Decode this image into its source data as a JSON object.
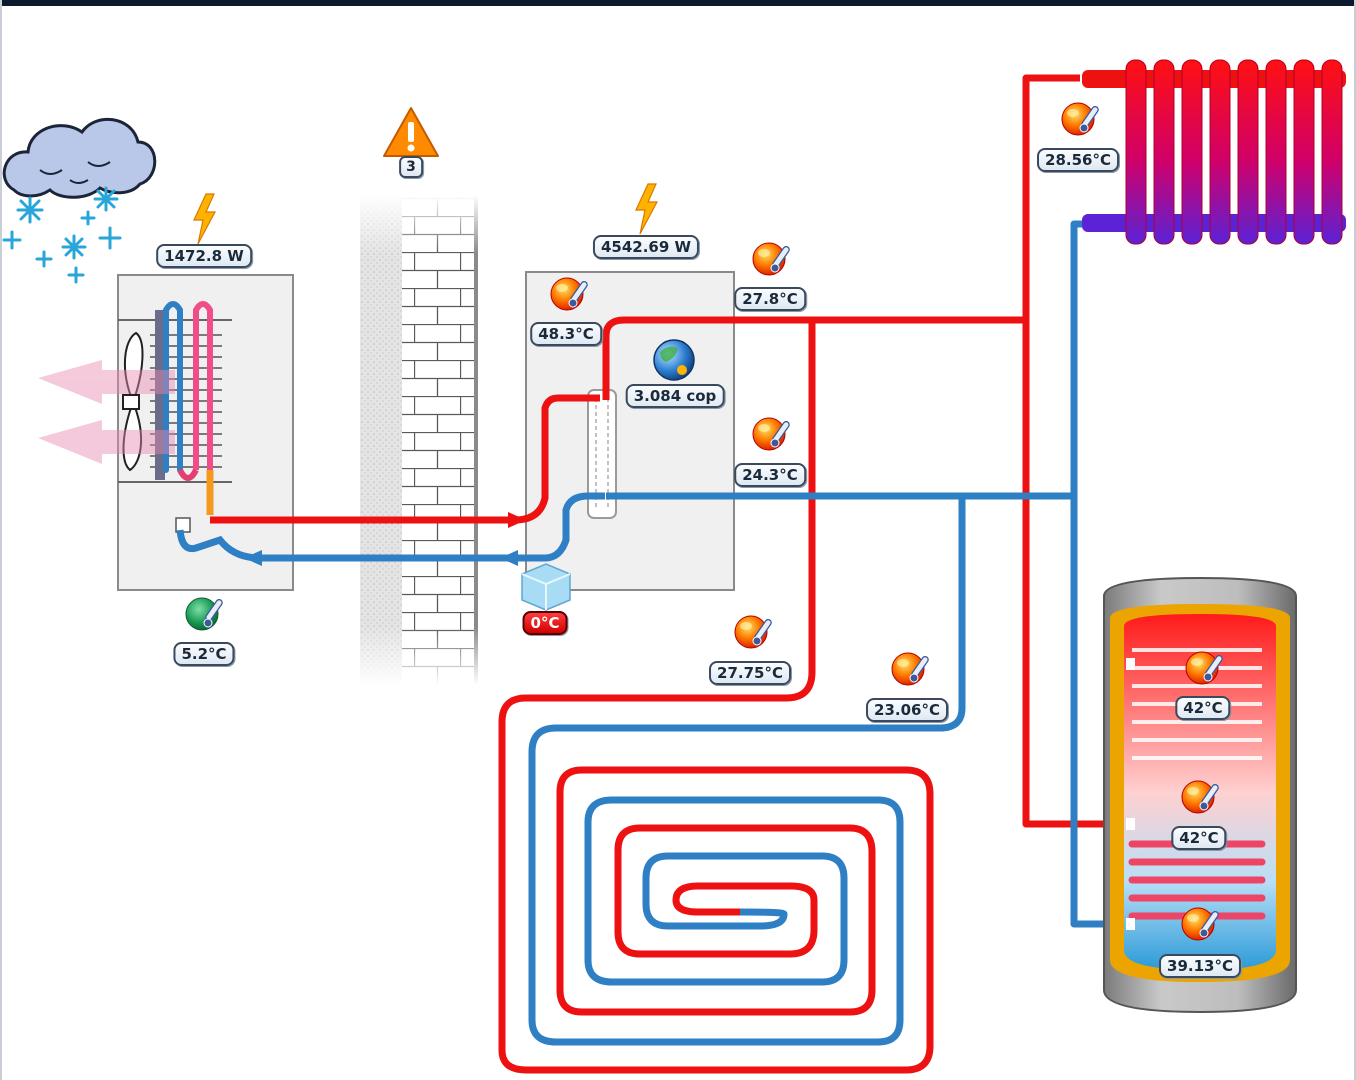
{
  "colors": {
    "hot": "#ee1111",
    "cold": "#2f7fc4",
    "panel": "#f0f0f0",
    "tag_border": "#3a4a5e",
    "frame": "#0d1a2e"
  },
  "icons": {
    "weather": "snow-cloud-icon",
    "power": "lightning-bolt-icon",
    "warning": "warning-triangle-icon",
    "temperature": "thermometer-sensor-icon",
    "cop": "efficiency-globe-icon",
    "frost": "ice-cube-icon"
  },
  "labels": {
    "warning_count": "3",
    "outdoor_power": "1472.8 W",
    "indoor_power": "4542.69 W",
    "outdoor_temp": "5.2°C",
    "refrigerant_hot": "48.3°C",
    "cop": "3.084 cop",
    "defrost_temp": "0°C",
    "flow_temp": "27.8°C",
    "return_temp": "24.3°C",
    "radiator_temp": "28.56°C",
    "floor_supply_temp": "27.75°C",
    "floor_return_temp": "23.06°C",
    "tank_top_temp": "42°C",
    "tank_mid_temp": "42°C",
    "tank_bottom_temp": "39.13°C"
  }
}
